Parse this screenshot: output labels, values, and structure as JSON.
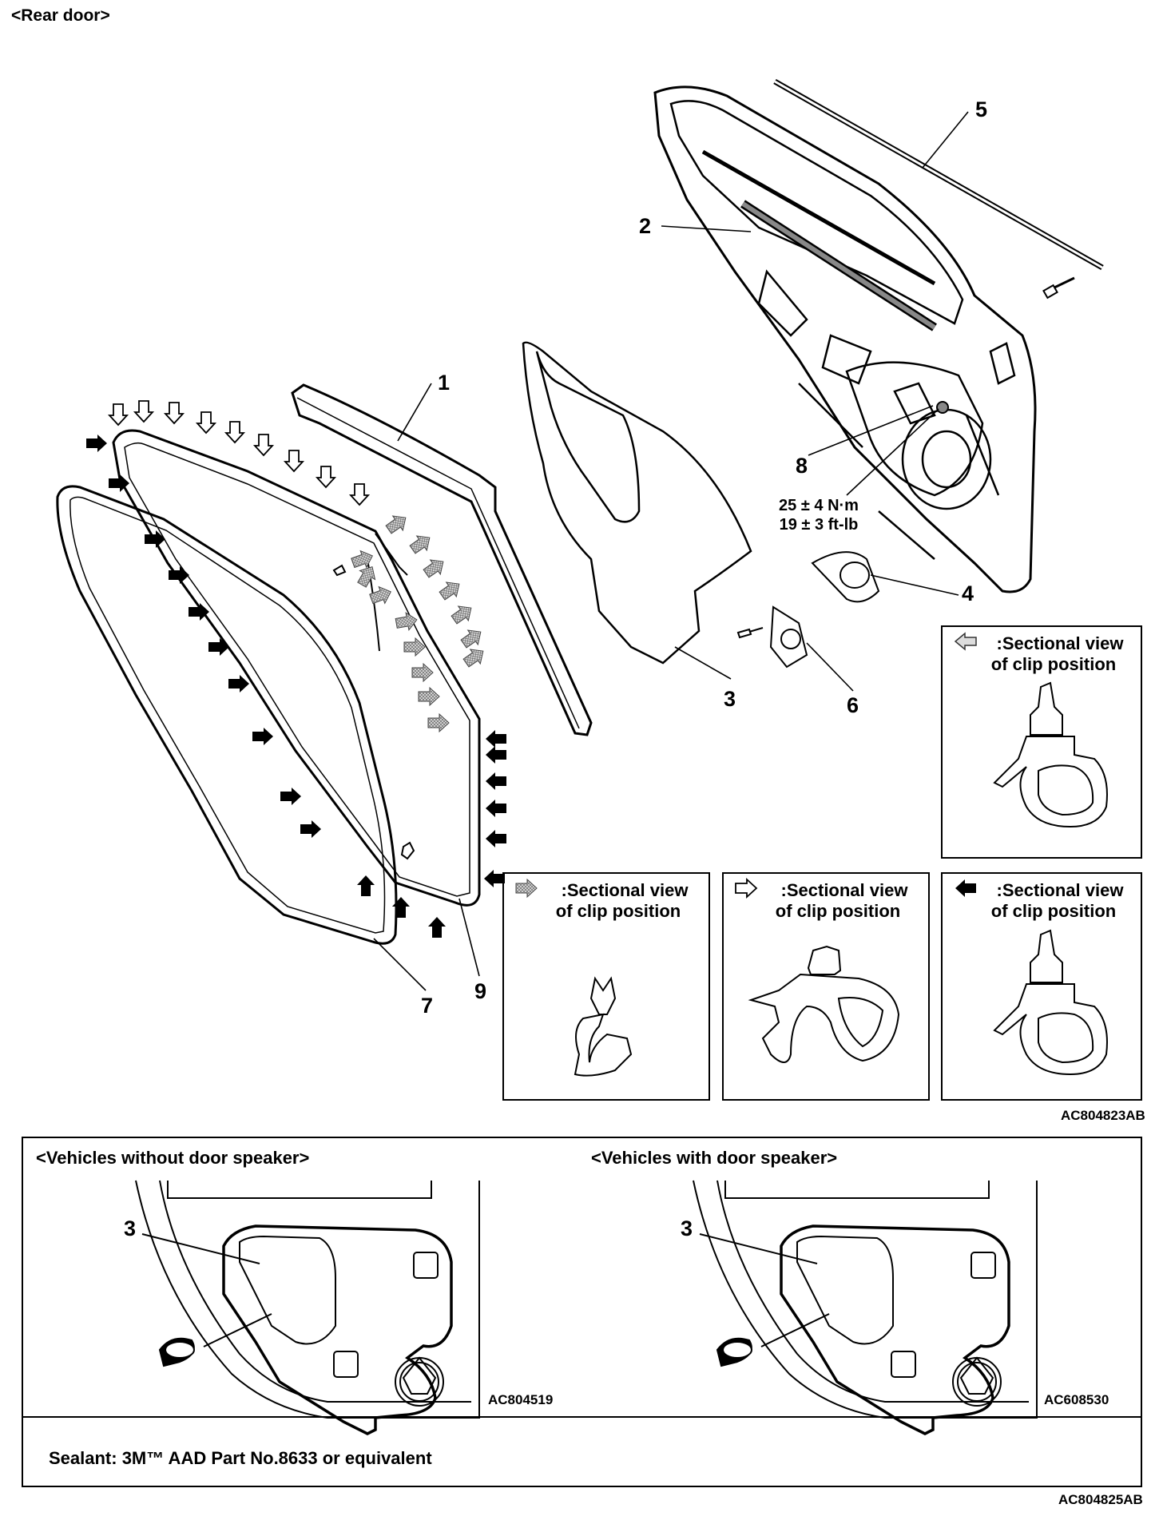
{
  "diagram": {
    "title": "<Rear door>",
    "callouts": [
      "1",
      "2",
      "3",
      "4",
      "5",
      "6",
      "7",
      "8",
      "9"
    ],
    "torque": {
      "line1": "25 ± 4 N·m",
      "line2": "19 ± 3 ft-lb"
    },
    "figure_code_main": "AC804823AB",
    "insets": [
      {
        "line1": ":Sectional view",
        "line2": "of clip position",
        "arrow": "hatched"
      },
      {
        "line1": ":Sectional view",
        "line2": "of clip position",
        "arrow": "white"
      },
      {
        "line1": ":Sectional view",
        "line2": "of clip position",
        "arrow": "black"
      },
      {
        "line1": ":Sectional view",
        "line2": "of clip position",
        "arrow": "gray"
      }
    ]
  },
  "bottom": {
    "left_title": "<Vehicles without door speaker>",
    "right_title": "<Vehicles with door speaker>",
    "left_callout": "3",
    "right_callout": "3",
    "left_code": "AC804519",
    "right_code": "AC608530",
    "sealant": "Sealant: 3M™ AAD Part No.8633 or equivalent",
    "figure_code": "AC804825AB"
  }
}
